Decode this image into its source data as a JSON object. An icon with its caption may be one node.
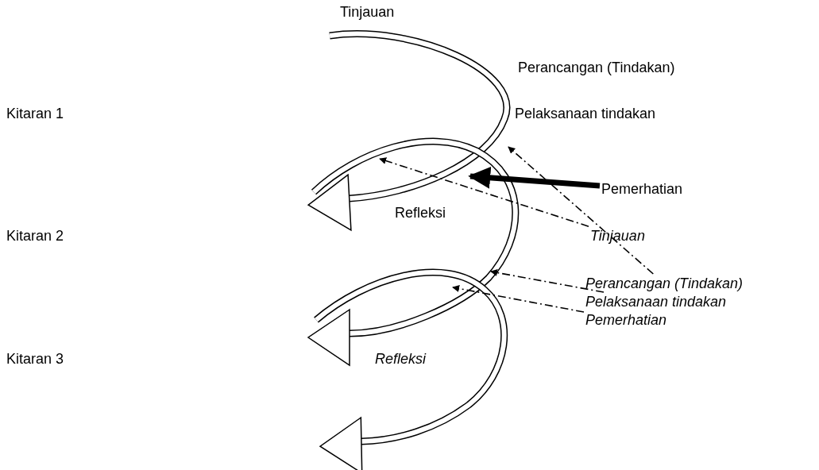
{
  "diagram": {
    "nodes": [
      {
        "text": [
          "Pemerhatian"
        ]
      },
      {
        "text": [
          "Tinjauan"
        ]
      },
      {
        "text": [
          "Perancangan (Tindakan)"
        ]
      },
      {
        "text": [
          "Pelaksanaan tindakan"
        ]
      },
      {
        "text": [
          "Pemerhatian"
        ]
      }
    ],
    "edges": [
      {
        "from": 0,
        "to": null,
        "arrow": "to",
        "style": "thick"
      },
      {
        "from": 1,
        "to": null,
        "arrow": "to",
        "style": "dashed"
      },
      {
        "from": 2,
        "to": null,
        "arrow": "to",
        "style": "dashed"
      },
      {
        "from": 3,
        "to": null,
        "arrow": "to",
        "style": "dashed"
      },
      {
        "from": 4,
        "to": null,
        "arrow": "to",
        "style": "dashed"
      }
    ],
    "labels": [
      "Tinjauan",
      "Perancangan (Tindakan)",
      "Kitaran 1",
      "Pelaksanaan tindakan",
      "Refleksi",
      "Kitaran 2",
      "Kitaran 3",
      "Refleksi"
    ]
  }
}
